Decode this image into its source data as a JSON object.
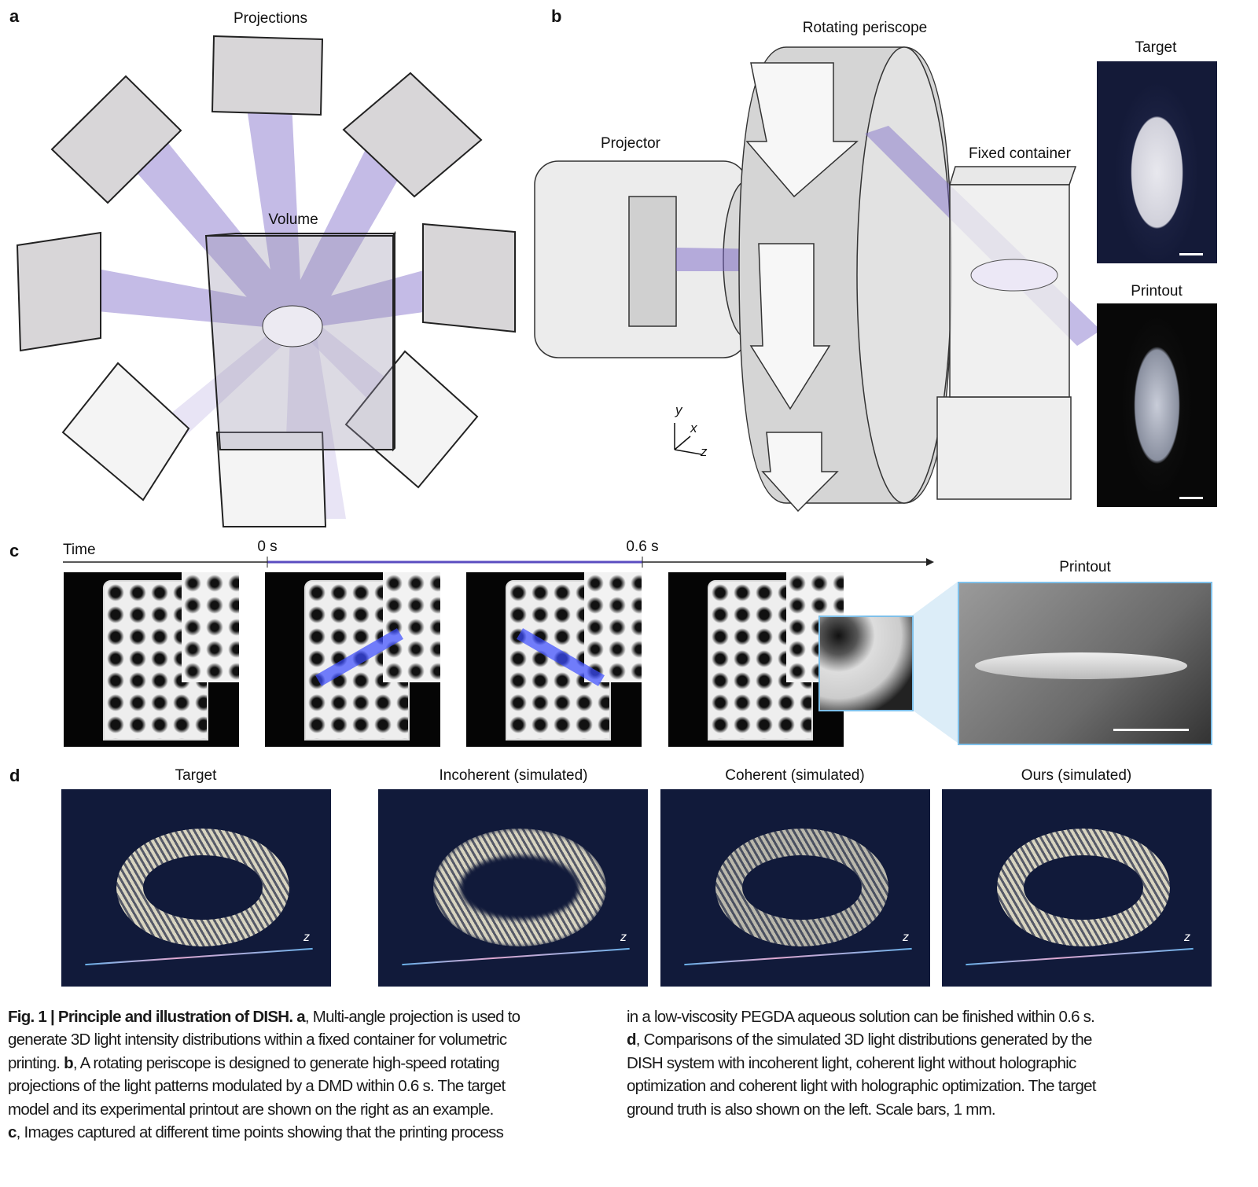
{
  "panel_a": {
    "label": "a",
    "projections_label": "Projections",
    "volume_label": "Volume"
  },
  "panel_b": {
    "label": "b",
    "periscope_label": "Rotating periscope",
    "projector_label": "Projector",
    "container_label": "Fixed container",
    "target_label": "Target",
    "printout_label": "Printout",
    "axes": {
      "y": "y",
      "x": "x",
      "z": "z"
    }
  },
  "panel_c": {
    "label": "c",
    "time_label": "Time",
    "t_start": "0 s",
    "t_end": "0.6 s",
    "printout_label": "Printout"
  },
  "panel_d": {
    "label": "d",
    "titles": [
      "Target",
      "Incoherent (simulated)",
      "Coherent (simulated)",
      "Ours (simulated)"
    ],
    "axis_label": "z"
  },
  "caption": {
    "fig_title": "Fig. 1 | Principle and illustration of DISH.",
    "left_lines": [
      " Multi-angle projection is used to",
      "generate 3D light intensity distributions within a fixed container for volumetric",
      "printing. ",
      ", A rotating periscope is designed to generate high-speed rotating",
      "projections of the light patterns modulated by a DMD within 0.6 s. The target",
      "model and its experimental printout are shown on the right as an example.",
      ", Images captured at different time points showing that the printing process"
    ],
    "right_lines": [
      "in a low-viscosity PEGDA aqueous solution can be finished within 0.6 s.",
      ", Comparisons of the simulated 3D light distributions generated by the",
      "DISH system with incoherent light, coherent light without holographic",
      "optimization and coherent light with holographic optimization. The target",
      "ground truth is also shown on the left. Scale bars, 1 mm."
    ],
    "bold_a": "a",
    "bold_b": "b",
    "bold_c": "c",
    "bold_d": "d"
  },
  "colors": {
    "beam": "#7b68c8",
    "panel_bg": "#111a3a",
    "accent_blue": "#5aa9e0"
  }
}
